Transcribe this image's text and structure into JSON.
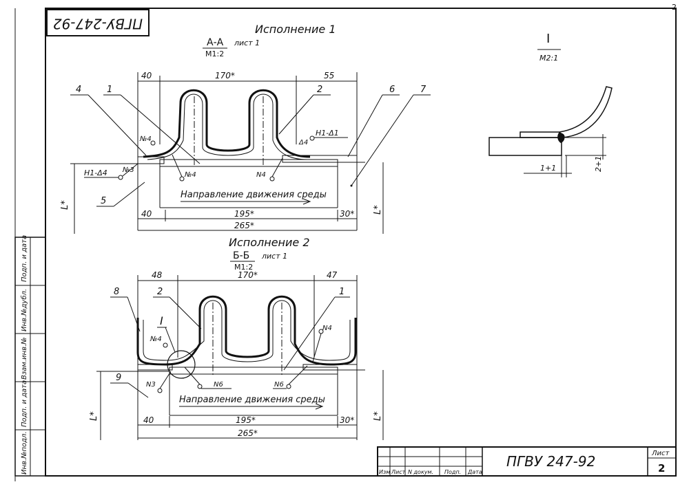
{
  "drawing": {
    "code": "ПГВУ 247-92",
    "code_rotated": "ПГВУ-247-92",
    "corner_number": "2"
  },
  "view1": {
    "title": "Исполнение 1",
    "section": "А-А",
    "sheet_ref": "лист 1",
    "scale": "М1:2",
    "dims": {
      "left_top": "40",
      "center_top": "170*",
      "right_top": "55",
      "bottom_left": "40",
      "bottom_center": "195*",
      "bottom_right": "30*",
      "total": "265*",
      "length_left": "L*",
      "length_right": "L*"
    },
    "callouts": [
      "4",
      "1",
      "2",
      "6",
      "7",
      "5"
    ],
    "weld_labels": {
      "top_left": "№4",
      "left": "Н1-Δ4",
      "left_n": "№3",
      "right": "Н1-Δ1",
      "right_n": "Δ4",
      "center_left": "№4",
      "center_right": "N4"
    },
    "flow": "Направление движения среды"
  },
  "view2": {
    "title": "Исполнение 2",
    "section": "Б-Б",
    "sheet_ref": "лист 1",
    "scale": "М1:2",
    "dims": {
      "left_top": "48",
      "center_top": "170*",
      "right_top": "47",
      "bottom_left": "40",
      "bottom_center": "195*",
      "bottom_right": "30*",
      "total": "265*",
      "length_left": "L*",
      "length_right": "L*"
    },
    "callouts": [
      "8",
      "2",
      "1",
      "9"
    ],
    "detail_mark": "I",
    "weld_labels": {
      "top_left": "№4",
      "left": "N3",
      "center_left": "N6",
      "center_right": "N6",
      "right": "N4"
    },
    "flow": "Направление движения среды"
  },
  "detail": {
    "mark": "I",
    "scale": "М2:1",
    "dim_horizontal": "1+1",
    "dim_vertical": "2+1"
  },
  "side_stamps": [
    "Инв.№подл.",
    "Подп. и дата",
    "Взам.инв.№",
    "Инв.№дубл.",
    "Подп. и дата"
  ],
  "title_block": {
    "columns": [
      "Изм",
      "Лист",
      "N докум.",
      "Подп.",
      "Дата"
    ],
    "code": "ПГВУ 247-92",
    "sheet_label": "Лист",
    "sheet_number": "2"
  }
}
